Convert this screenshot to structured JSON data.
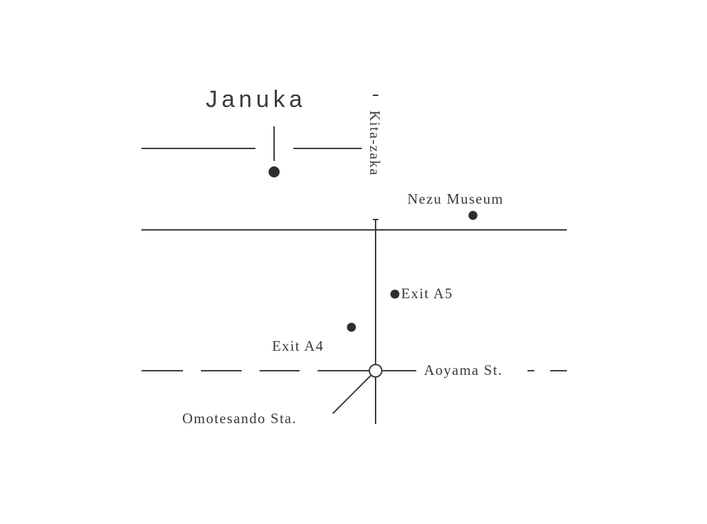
{
  "brand": {
    "name": "Januka"
  },
  "streets": {
    "kita_zaka": "Kita-zaka",
    "aoyama": "Aoyama St."
  },
  "places": {
    "nezu_museum": "Nezu Museum",
    "exit_a5": "Exit A5",
    "exit_a4": "Exit A4",
    "station": "Omotesando Sta."
  },
  "colors": {
    "ink": "#3a3a3a",
    "background": "#ffffff"
  }
}
